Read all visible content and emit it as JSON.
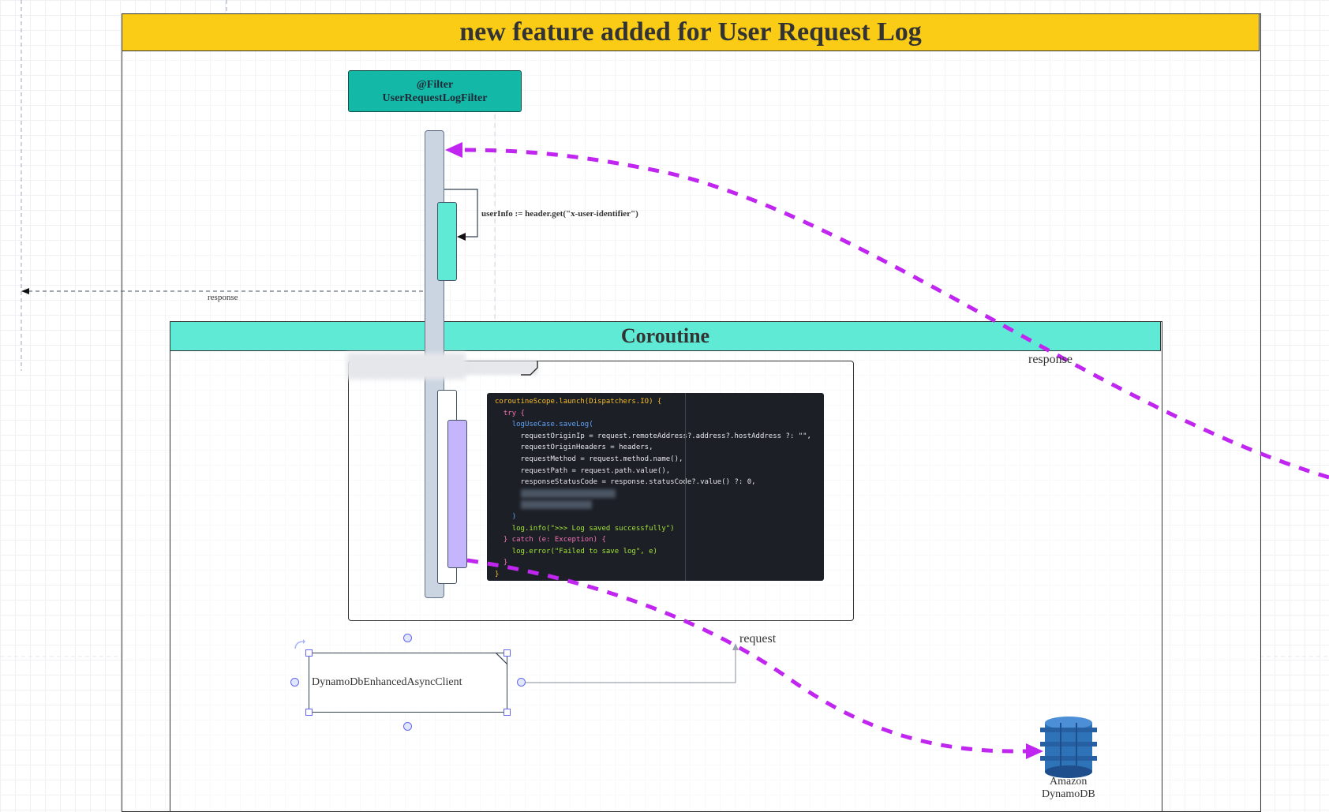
{
  "title": "new feature added for User Request Log",
  "filter": {
    "annotation": "@Filter",
    "name": "UserRequestLogFilter"
  },
  "self_call_label": "userInfo := header.get(\"x-user-identifier\")",
  "response_left_label": "response",
  "response_right_label": "response",
  "coroutine_title": "Coroutine",
  "request_label": "request",
  "client_node_label": "DynamoDbEnhancedAsyncClient",
  "dynamodb_label_line1": "Amazon",
  "dynamodb_label_line2": "DynamoDB",
  "code": {
    "l1": "coroutineScope.launch(Dispatchers.IO) {",
    "l2": "try {",
    "l3": "logUseCase.saveLog(",
    "l4": "requestOriginIp = request.remoteAddress?.address?.hostAddress ?: \"\",",
    "l5": "requestOriginHeaders = headers,",
    "l6": "requestMethod = request.method.name(),",
    "l7": "requestPath = request.path.value(),",
    "l8": "responseStatusCode = response.statusCode?.value() ?: 0,",
    "l11": ")",
    "l12": "log.info(\">>> Log saved successfully\")",
    "l13": "} catch (e: Exception) {",
    "l14": "log.error(\"Failed to save log\", e)",
    "l15": "}",
    "l16": "}"
  },
  "colors": {
    "title_bar": "#facc15",
    "filter_box": "#14b8a6",
    "coroutine_bar": "#5eead4",
    "flow_arrow": "#c026f0",
    "dynamodb": "#2e73b8"
  },
  "icons": {
    "dynamodb": "amazon-dynamodb-icon",
    "rotate": "rotate-handle-icon"
  }
}
